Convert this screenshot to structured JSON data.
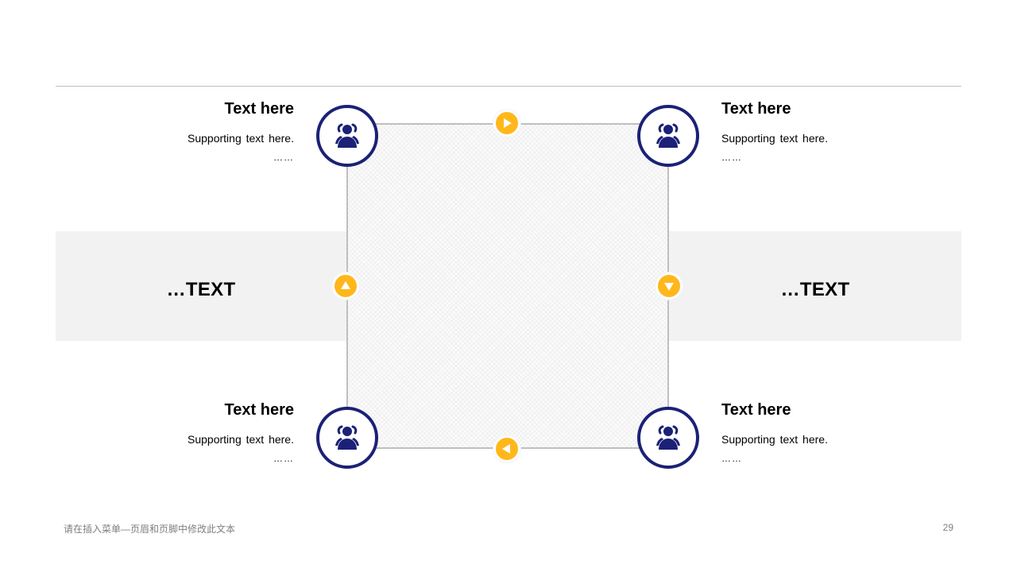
{
  "bands": {
    "left_text": "…TEXT",
    "right_text": "…TEXT"
  },
  "nodes": [
    {
      "position": "top-left",
      "icon": "people-icon",
      "title": "Text here",
      "subtitle": "Supporting text here.",
      "ellipsis": "……"
    },
    {
      "position": "top-right",
      "icon": "people-icon",
      "title": "Text here",
      "subtitle": "Supporting text here.",
      "ellipsis": "……"
    },
    {
      "position": "bottom-left",
      "icon": "people-icon",
      "title": "Text here",
      "subtitle": "Supporting text here.",
      "ellipsis": "……"
    },
    {
      "position": "bottom-right",
      "icon": "people-icon",
      "title": "Text here",
      "subtitle": "Supporting text here.",
      "ellipsis": "……"
    }
  ],
  "arrows": {
    "top": "arrow-right-icon",
    "right": "arrow-down-icon",
    "bottom": "arrow-left-icon",
    "left": "arrow-up-icon"
  },
  "colors": {
    "accent": "#1b2176",
    "arrow": "#ffb71b",
    "band": "#f2f2f2",
    "line": "#bfbfbf"
  },
  "footer": {
    "text": "请在插入菜单—页眉和页脚中修改此文本",
    "page_number": "29"
  }
}
